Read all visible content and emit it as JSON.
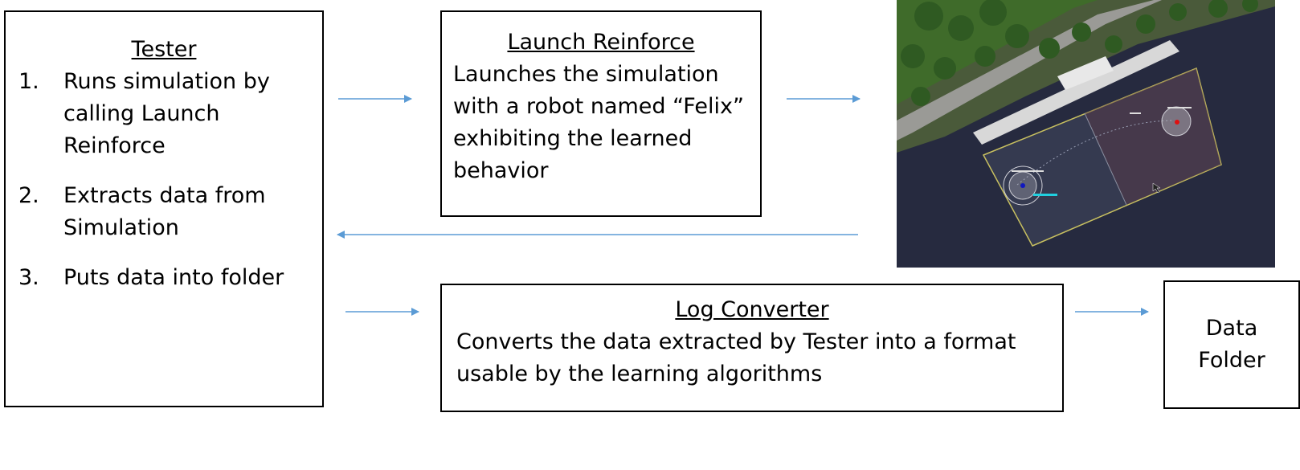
{
  "tester": {
    "title": "Tester",
    "steps": [
      {
        "num": "1.",
        "text": "Runs simulation by calling Launch Reinforce"
      },
      {
        "num": "2.",
        "text": "Extracts data from Simulation"
      },
      {
        "num": "3.",
        "text": "Puts data into folder"
      }
    ]
  },
  "launch_reinforce": {
    "title": "Launch Reinforce",
    "description": "Launches the simulation with a robot named “Felix” exhibiting the learned behavior"
  },
  "log_converter": {
    "title": "Log Converter",
    "description": "Converts the data extracted by Tester into a format usable by the learning algorithms"
  },
  "data_folder": {
    "label": "Data Folder"
  },
  "colors": {
    "arrow": "#5b9bd5",
    "water": "#262a3f",
    "trees": "#3f6b2a",
    "field_outline": "#c8c060",
    "red_marker": "#e01010",
    "blue_marker": "#1018c0",
    "cyan_label": "#20d0e0"
  }
}
